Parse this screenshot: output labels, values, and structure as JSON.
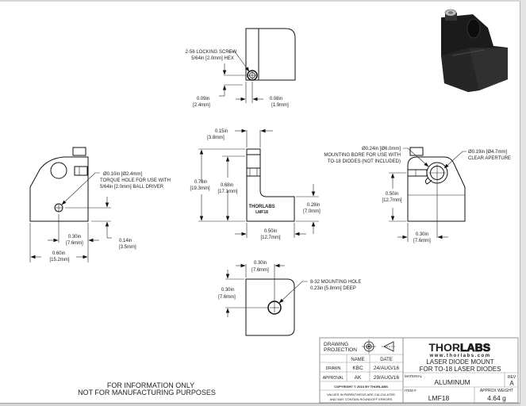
{
  "drawing": {
    "top_view": {
      "callout_screw_line1": "2-56 LOCKING SCREW",
      "callout_screw_line2": "5/64in [2.0mm] HEX",
      "dim_left_in": "0.09in",
      "dim_left_mm": "[2.4mm]",
      "dim_right_in": "0.08in",
      "dim_right_mm": "[1.9mm]"
    },
    "left_view": {
      "callout_line1": "Ø0.10in [Ø2.4mm]",
      "callout_line2": "TORQUE HOLE FOR USE WITH",
      "callout_line3": "5/64in [2.0mm] BALL DRIVER",
      "dim_inner_in": "0.30in",
      "dim_inner_mm": "[7.6mm]",
      "dim_width_in": "0.60in",
      "dim_width_mm": "[15.2mm]",
      "dim_height_in": "0.14in",
      "dim_height_mm": "[3.5mm]"
    },
    "front_view": {
      "dim_top_in": "0.15in",
      "dim_top_mm": "[3.8mm]",
      "dim_total_h_in": "0.76in",
      "dim_total_h_mm": "[19.3mm]",
      "dim_inner_h_in": "0.68in",
      "dim_inner_h_mm": "[17.1mm]",
      "dim_base_h_in": "0.28in",
      "dim_base_h_mm": "[7.0mm]",
      "dim_width_in": "0.50in",
      "dim_width_mm": "[12.7mm]",
      "engraving_brand": "THORLABS",
      "engraving_part": "LMF18"
    },
    "right_view": {
      "bore_line1": "Ø0.24in [Ø6.0mm]",
      "bore_line2": "MOUNTING BORE FOR USE WITH",
      "bore_line3": "TO-18 DIODES (NOT INCLUDED)",
      "aperture_line1": "Ø0.19in [Ø4.7mm]",
      "aperture_line2": "CLEAR APERTURE",
      "dim_height_in": "0.50in",
      "dim_height_mm": "[12.7mm]",
      "dim_width_in": "0.30in",
      "dim_width_mm": "[7.6mm]"
    },
    "bottom_view": {
      "dim_x_in": "0.30in",
      "dim_x_mm": "[7.6mm]",
      "dim_y_in": "0.30in",
      "dim_y_mm": "[7.6mm]",
      "hole_line1": "8-32 MOUNTING HOLE",
      "hole_line2": "0.23in [5.8mm] DEEP"
    }
  },
  "disclaimer": {
    "line1": "FOR INFORMATION ONLY",
    "line2": "NOT FOR MANUFACTURING PURPOSES"
  },
  "title_block": {
    "projection_label_line1": "DRAWING",
    "projection_label_line2": "PROJECTION",
    "col_name": "NAME",
    "col_date": "DATE",
    "drawn_label": "DRAWN",
    "drawn_name": "KBC",
    "drawn_date": "24/AUG/16",
    "approval_label": "APPROVAL",
    "approval_name": "AK",
    "approval_date": "29/AUG/16",
    "copyright": "COPYRIGHT © 2016 BY THORLABS",
    "note_line1": "VALUES IN PARENTHESIS ARE CALCULATED",
    "note_line2": "AND MAY CONTAIN ROUNDOFF ERRORS",
    "brand_thor": "THOR",
    "brand_labs": "LABS",
    "website": "www.thorlabs.com",
    "title_line1": "LASER DIODE MOUNT",
    "title_line2": "FOR TO-18 LASER DIODES",
    "material_label": "MATERIAL",
    "material_value": "ALUMINUM",
    "rev_label": "REV",
    "rev_value": "A",
    "item_label": "ITEM #",
    "item_value": "LMF18",
    "weight_label": "APPROX WEIGHT",
    "weight_value": "4.64 g"
  },
  "icons": {
    "projection_symbol": "third-angle-projection-icon",
    "product_render": "isometric-product-render"
  }
}
